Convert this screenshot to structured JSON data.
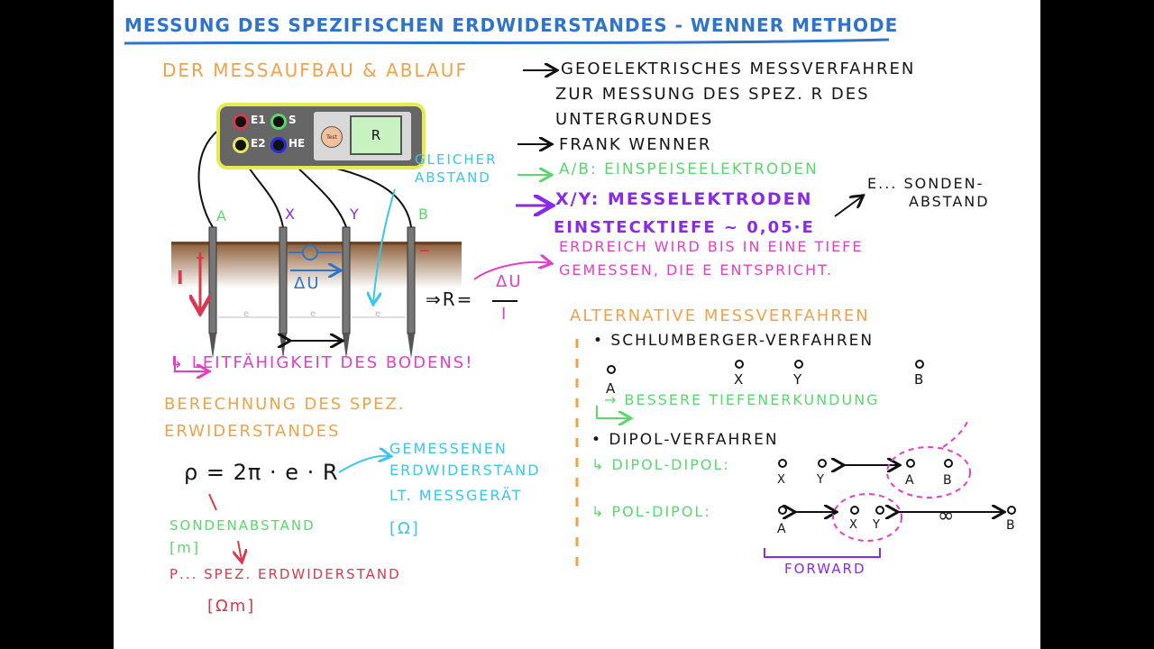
{
  "title": "MESSUNG DES SPEZIFISCHEN ERDWIDERSTANDES - WENNER METHODE",
  "setup": {
    "heading": "DER MESSAUFBAU & ABLAUF",
    "device": {
      "jack_e1": "E1",
      "jack_s": "S",
      "jack_e2": "E2",
      "jack_he": "HE",
      "test_button": "Test",
      "display": "R"
    },
    "electrodes": {
      "a": "A",
      "x": "X",
      "y": "Y",
      "b": "B"
    },
    "spacing": "e",
    "current": "I",
    "voltage": "ΔU",
    "equal_spacing": [
      "GLEICHER",
      "ABSTAND"
    ],
    "formula_r": "⇒R=",
    "formula_num": "ΔU",
    "formula_den": "I",
    "conductivity": "↳ LEITFÄHIGKEIT DES BODENS!"
  },
  "notes": {
    "geo_1": "GEOELEKTRISCHES MESSVERFAHREN",
    "geo_2": "ZUR MESSUNG DES SPEZ. R DES",
    "geo_3": "UNTERGRUNDES",
    "wenner": "FRANK WENNER",
    "ab": "A/B: EINSPEISEELEKTRODEN",
    "xy": "X/Y: MESSELEKTRODEN",
    "depth": "EINSTECKTIEFE ~ 0,05·e",
    "e_note": "e... SONDEN-",
    "e_note_2": "ABSTAND",
    "depth_note_1": "ERDREICH WIRD BIS IN EINE TIEFE",
    "depth_note_2": "GEMESSEN, DIE e ENTSPRICHT."
  },
  "calc": {
    "heading_1": "BERECHNUNG DES SPEZ.",
    "heading_2": "ERWIDERSTANDES",
    "formula": "ρ = 2π · e · R",
    "measured_1": "GEMESSENEN",
    "measured_2": "ERDWIDERSTAND",
    "measured_3": "LT. MESSGERÄT",
    "measured_unit": "[Ω]",
    "spacing_label": "SONDENABSTAND",
    "spacing_unit": "[m]",
    "rho_label": "ρ... SPEZ. ERDWIDERSTAND",
    "rho_unit": "[Ωm]"
  },
  "alternatives": {
    "heading": "ALTERNATIVE MESSVERFAHREN",
    "schlumberger": "• SCHLUMBERGER-VERFAHREN",
    "sch_labels": [
      "A",
      "X",
      "Y",
      "B"
    ],
    "sch_note": "→ BESSERE TIEFENERKUNDUNG",
    "dipol": "• DIPOL-VERFAHREN",
    "dd_label": "↳ DIPOL-DIPOL:",
    "dd_labels": [
      "X",
      "Y",
      "A",
      "B"
    ],
    "pd_label": "↳ POL-DIPOL:",
    "pd_labels": [
      "A",
      "X",
      "Y",
      "B"
    ],
    "infinity": "∞",
    "forward": "FORWARD"
  }
}
